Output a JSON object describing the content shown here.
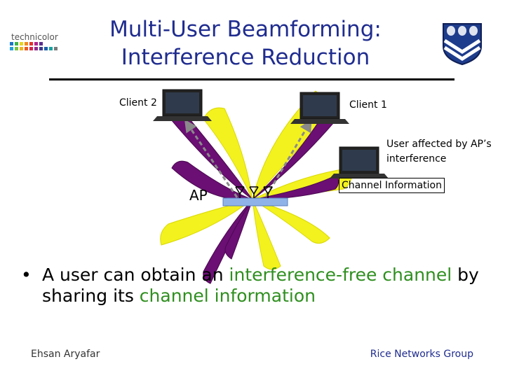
{
  "title": {
    "line1": "Multi-User Beamforming:",
    "line2": "Interference Reduction"
  },
  "logos": {
    "left_text": "technicolor",
    "left_icon": "technicolor-logo",
    "right_icon": "rice-university-shield-icon"
  },
  "diagram": {
    "client2_label": "Client 2",
    "client1_label": "Client 1",
    "affected_label_line1": "User affected by AP’s",
    "affected_label_line2": "interference",
    "ap_label": "AP",
    "channel_info_label": "Channel Information",
    "colors": {
      "beam_purple": "#6b0f74",
      "beam_yellow": "#f3f21e",
      "arrow_gray": "#8a8a8a",
      "ap_box": "#8fb3e8"
    }
  },
  "bullet": {
    "prefix": "A user can obtain an ",
    "highlight1": "interference-free channel",
    "middle": " by sharing its ",
    "highlight2": "channel information"
  },
  "footer": {
    "left": "Ehsan Aryafar",
    "right": "Rice Networks Group"
  }
}
